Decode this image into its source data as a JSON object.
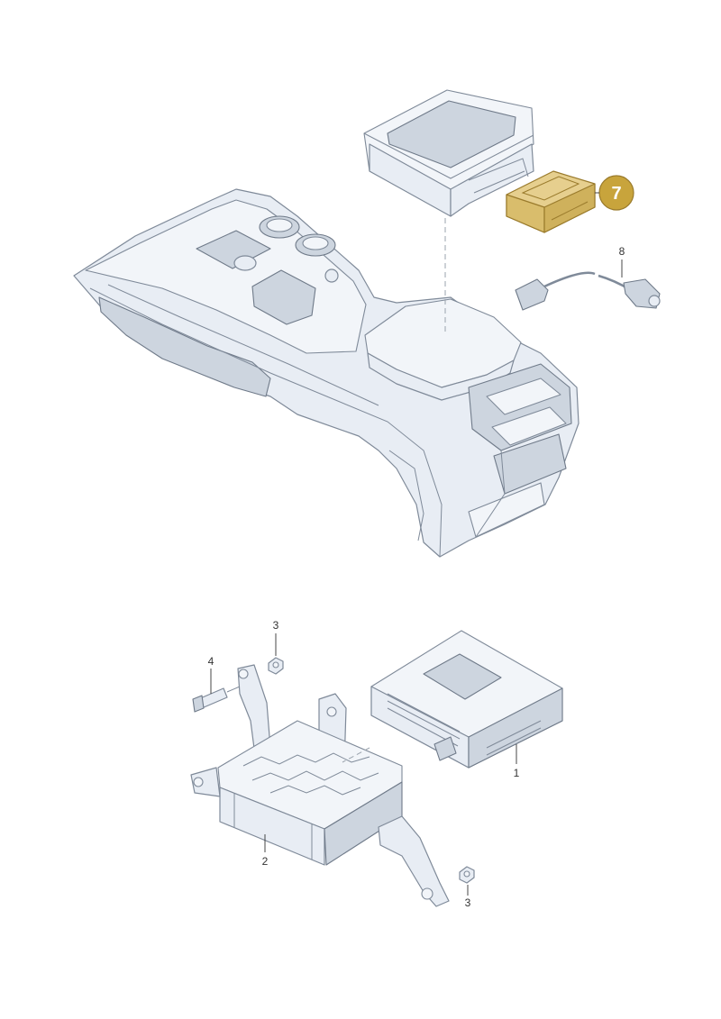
{
  "callouts": {
    "c1": "1",
    "c2": "2",
    "c3a": "3",
    "c3b": "3",
    "c4": "4",
    "c7": "7",
    "c8": "8"
  },
  "colors": {
    "highlight_fill": "#c8a43c",
    "highlight_part": "#e6cf8e",
    "part_fill": "#e8edf4",
    "line": "#7f8a99"
  }
}
